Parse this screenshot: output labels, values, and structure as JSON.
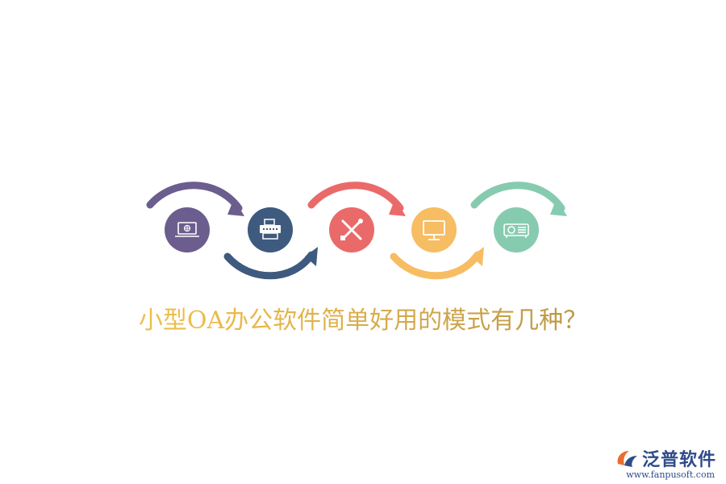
{
  "title": "小型OA办公软件简单好用的模式有几种？",
  "steps": [
    {
      "icon": "laptop-icon",
      "color": "#6b5e8e"
    },
    {
      "icon": "printer-icon",
      "color": "#3e5a7e"
    },
    {
      "icon": "tools-icon",
      "color": "#ea6a6a"
    },
    {
      "icon": "monitor-icon",
      "color": "#f7bd63"
    },
    {
      "icon": "projector-icon",
      "color": "#86cbb0"
    }
  ],
  "logo": {
    "name": "泛普软件",
    "url": "www.fanpusoft.com",
    "color": "#2f4b8a"
  }
}
